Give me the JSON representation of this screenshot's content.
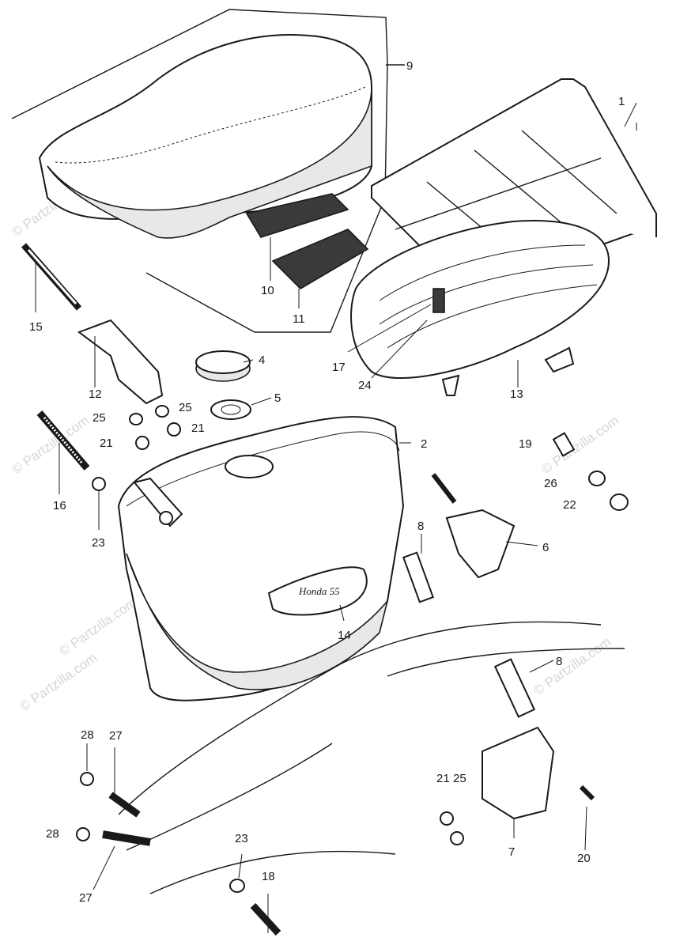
{
  "callouts": [
    "1",
    "2",
    "4",
    "5",
    "6",
    "7",
    "8",
    "8",
    "9",
    "10",
    "11",
    "12",
    "13",
    "14",
    "15",
    "16",
    "17",
    "18",
    "19",
    "20",
    "21",
    "21",
    "21",
    "22",
    "23",
    "23",
    "24",
    "25",
    "25",
    "25",
    "26",
    "27",
    "27",
    "28",
    "28"
  ],
  "badge_text": "Honda 55",
  "watermarks": {
    "main": "© Partzilla.com",
    "repeat": "© Partzilla.com"
  },
  "colors": {
    "ink": "#1a1a1a",
    "watermark": "#d6d6d6",
    "paper": "#ffffff"
  }
}
